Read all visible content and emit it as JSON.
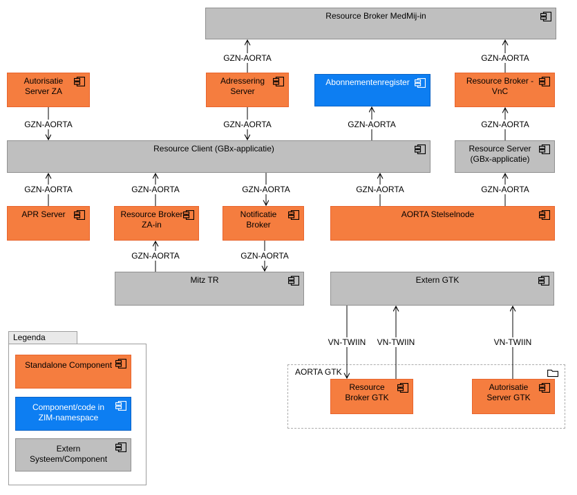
{
  "diagram": {
    "nodes": [
      {
        "id": "resource-broker-medmij-in",
        "label": "Resource Broker MedMij-in",
        "type": "extern"
      },
      {
        "id": "autorisatie-server-za",
        "label": "Autorisatie Server ZA",
        "type": "standalone"
      },
      {
        "id": "adressering-server",
        "label": "Adressering Server",
        "type": "standalone"
      },
      {
        "id": "abonnementenregister",
        "label": "Abonnementenregister",
        "type": "zim"
      },
      {
        "id": "resource-broker-vnc",
        "label": "Resource Broker - VnC",
        "type": "standalone"
      },
      {
        "id": "resource-client",
        "label": "Resource Client (GBx-applicatie)",
        "type": "extern"
      },
      {
        "id": "resource-server",
        "label": "Resource Server (GBx-applicatie)",
        "type": "extern"
      },
      {
        "id": "apr-server",
        "label": "APR Server",
        "type": "standalone"
      },
      {
        "id": "resource-broker-za-in",
        "label": "Resource Broker ZA-in",
        "type": "standalone"
      },
      {
        "id": "notificatie-broker",
        "label": "Notificatie Broker",
        "type": "standalone"
      },
      {
        "id": "aorta-stelselnode",
        "label": "AORTA Stelselnode",
        "type": "standalone"
      },
      {
        "id": "mitz-tr",
        "label": "Mitz TR",
        "type": "extern"
      },
      {
        "id": "extern-gtk",
        "label": "Extern GTK",
        "type": "extern"
      },
      {
        "id": "resource-broker-gtk",
        "label": "Resource Broker GTK",
        "type": "standalone"
      },
      {
        "id": "autorisatie-server-gtk",
        "label": "Autorisatie Server GTK",
        "type": "standalone"
      }
    ],
    "group": {
      "label": "AORTA GTK"
    },
    "edges": [
      {
        "label": "GZN-AORTA"
      },
      {
        "label": "GZN-AORTA"
      },
      {
        "label": "GZN-AORTA"
      },
      {
        "label": "GZN-AORTA"
      },
      {
        "label": "GZN-AORTA"
      },
      {
        "label": "GZN-AORTA"
      },
      {
        "label": "GZN-AORTA"
      },
      {
        "label": "GZN-AORTA"
      },
      {
        "label": "GZN-AORTA"
      },
      {
        "label": "GZN-AORTA"
      },
      {
        "label": "GZN-AORTA"
      },
      {
        "label": "GZN-AORTA"
      },
      {
        "label": "GZN-AORTA"
      },
      {
        "label": "VN-TWIIN"
      },
      {
        "label": "VN-TWIIN"
      },
      {
        "label": "VN-TWIIN"
      }
    ]
  },
  "legend": {
    "title": "Legenda",
    "items": [
      {
        "label": "Standalone Component",
        "type": "standalone"
      },
      {
        "label": "Component/code in ZIM-namespace",
        "type": "zim"
      },
      {
        "label": "Extern Systeem/Component",
        "type": "extern"
      }
    ]
  },
  "colors": {
    "standalone_fill": "#F57D3F",
    "standalone_border": "#E8632C",
    "zim_fill": "#0D7EF2",
    "zim_border": "#0B62C5",
    "extern_fill": "#BFBFBF",
    "extern_border": "#8F8F8F"
  }
}
